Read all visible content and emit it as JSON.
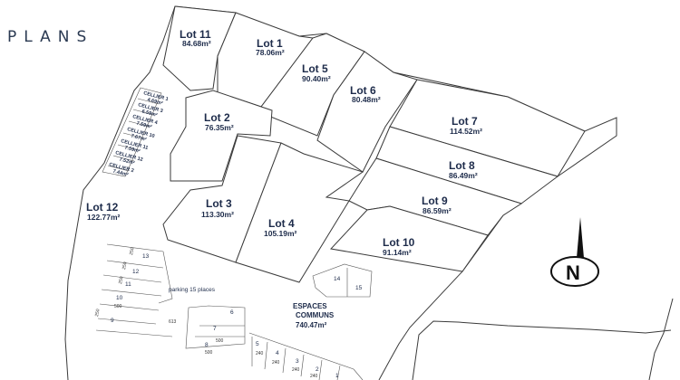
{
  "title": "PLANS",
  "lots": [
    {
      "name": "Lot 11",
      "area": "84.68m²"
    },
    {
      "name": "Lot 1",
      "area": "78.06m²"
    },
    {
      "name": "Lot 5",
      "area": "90.40m²"
    },
    {
      "name": "Lot 6",
      "area": "80.48m²"
    },
    {
      "name": "Lot 2",
      "area": "76.35m²"
    },
    {
      "name": "Lot 7",
      "area": "114.52m²"
    },
    {
      "name": "Lot 8",
      "area": "86.49m²"
    },
    {
      "name": "Lot 9",
      "area": "86.59m²"
    },
    {
      "name": "Lot 3",
      "area": "113.30m²"
    },
    {
      "name": "Lot 4",
      "area": "105.19m²"
    },
    {
      "name": "Lot 10",
      "area": "91.14m²"
    },
    {
      "name": "Lot 12",
      "area": "122.77m²"
    }
  ],
  "celliers": [
    {
      "name": "CELLIER 1",
      "area": "4.69m²"
    },
    {
      "name": "CELLIER 3",
      "area": "6.59m²"
    },
    {
      "name": "CELLIER 4",
      "area": "7.59m²"
    },
    {
      "name": "CELLIER 10",
      "area": "7.67m²"
    },
    {
      "name": "CELLIER 11",
      "area": "7.59m²"
    },
    {
      "name": "CELLIER 12",
      "area": "7.52m²"
    },
    {
      "name": "CELLIER 2",
      "area": "7.44m²"
    }
  ],
  "parking": {
    "label": "parking 15 places",
    "spaces": [
      "13",
      "12",
      "11",
      "10",
      "9",
      "6",
      "7",
      "8",
      "5",
      "4",
      "3",
      "2",
      "1",
      "14",
      "15"
    ],
    "dims": [
      "250",
      "250",
      "250",
      "250",
      "500",
      "500",
      "613",
      "500",
      "240",
      "240",
      "240",
      "240"
    ]
  },
  "commons": {
    "label_1": "ESPACES",
    "label_2": "COMMUNS",
    "area": "740.47m²"
  },
  "north": "N"
}
